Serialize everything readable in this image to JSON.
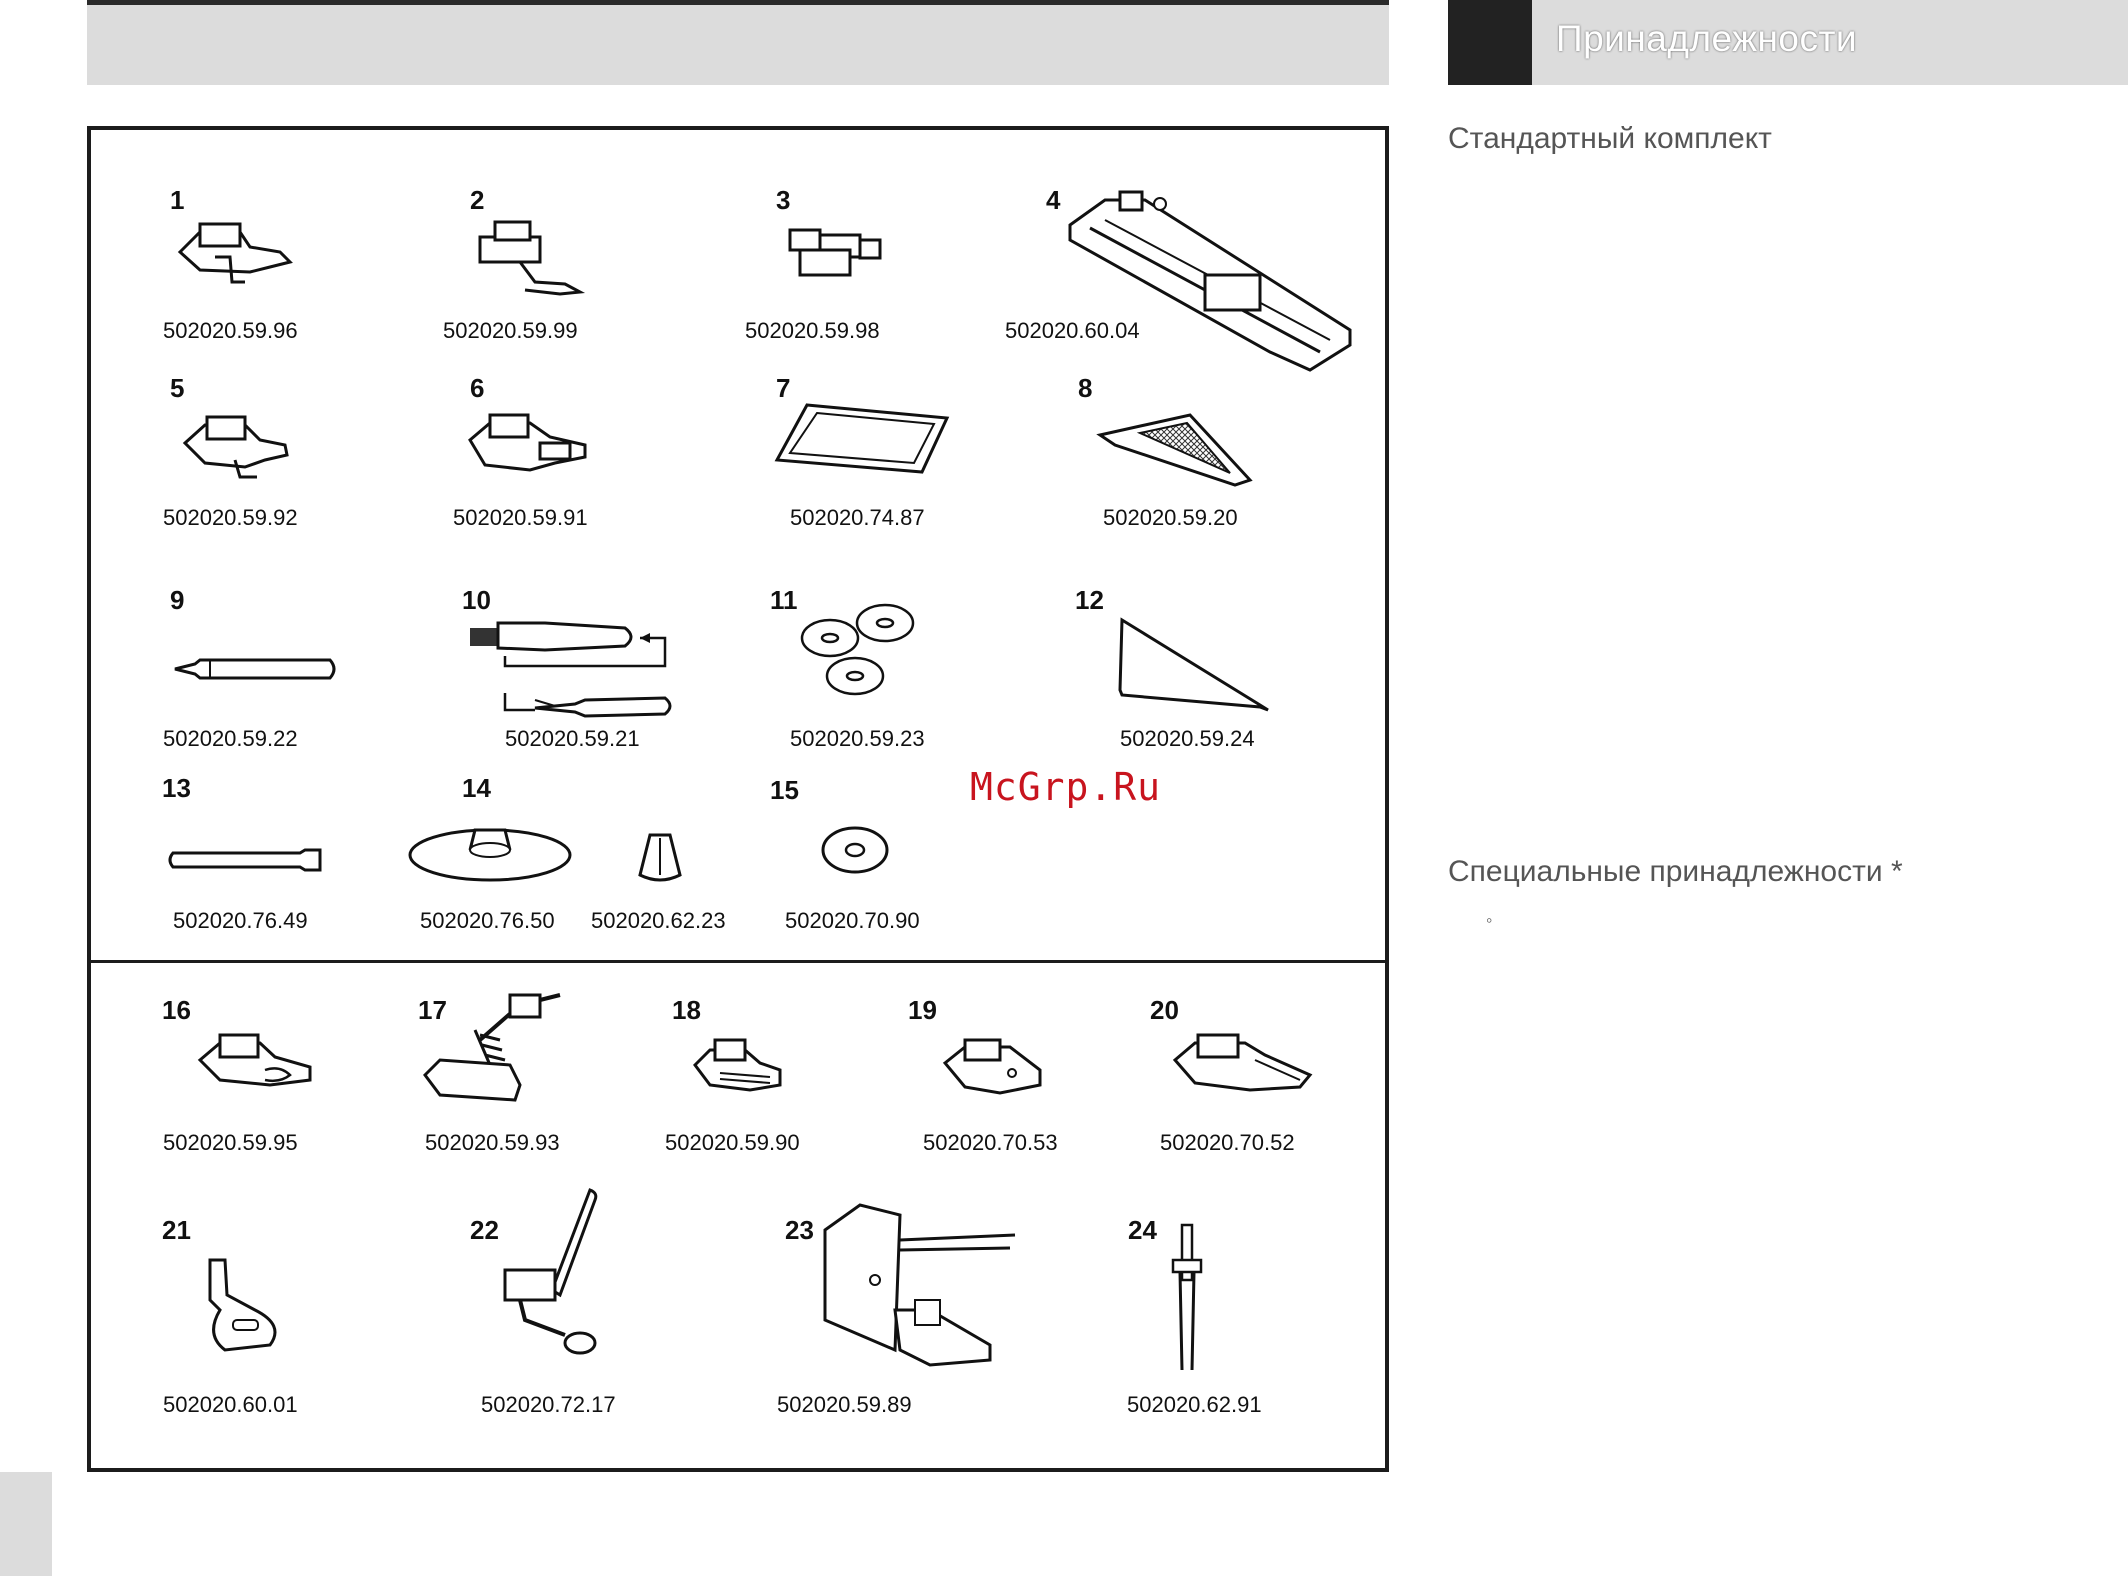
{
  "header": {
    "title": "Принадлежности"
  },
  "sections": {
    "standard": "Стандартный комплект",
    "special": "Специальные принадлежности *",
    "special_bullet": "◦"
  },
  "watermark": "McGrp.Ru",
  "items": [
    {
      "n": "1",
      "code": "502020.59.96",
      "icon": "zigzag-foot-icon"
    },
    {
      "n": "2",
      "code": "502020.59.99",
      "icon": "zipper-foot-icon"
    },
    {
      "n": "3",
      "code": "502020.59.98",
      "icon": "buttonsew-foot-icon"
    },
    {
      "n": "4",
      "code": "502020.60.04",
      "icon": "buttonhole-foot-icon"
    },
    {
      "n": "5",
      "code": "502020.59.92",
      "icon": "satin-foot-icon"
    },
    {
      "n": "6",
      "code": "502020.59.91",
      "icon": "blindstitch-foot-icon"
    },
    {
      "n": "7",
      "code": "502020.74.87",
      "icon": "felt-pad-icon"
    },
    {
      "n": "8",
      "code": "502020.59.20",
      "icon": "edge-guide-icon"
    },
    {
      "n": "9",
      "code": "502020.59.22",
      "icon": "spool-pin-icon"
    },
    {
      "n": "10",
      "code": "502020.59.21",
      "icon": "seam-ripper-brush-icon"
    },
    {
      "n": "11",
      "code": "502020.59.23",
      "icon": "bobbins-icon"
    },
    {
      "n": "12",
      "code": "502020.59.24",
      "icon": "quilting-guide-icon"
    },
    {
      "n": "13",
      "code": "502020.76.49",
      "icon": "spool-pin-2-icon"
    },
    {
      "n": "14",
      "code": "502020.76.50",
      "icon": "spool-disc-icon"
    },
    {
      "n": "",
      "code": "502020.62.23",
      "icon": "spool-cap-icon"
    },
    {
      "n": "15",
      "code": "502020.70.90",
      "icon": "felt-washer-icon"
    },
    {
      "n": "16",
      "code": "502020.59.95",
      "icon": "hemmer-foot-icon"
    },
    {
      "n": "17",
      "code": "502020.59.93",
      "icon": "darning-foot-icon"
    },
    {
      "n": "18",
      "code": "502020.59.90",
      "icon": "cording-foot-icon"
    },
    {
      "n": "19",
      "code": "502020.70.53",
      "icon": "teflon-foot-icon"
    },
    {
      "n": "20",
      "code": "502020.70.52",
      "icon": "quarter-inch-foot-icon"
    },
    {
      "n": "21",
      "code": "502020.60.01",
      "icon": "straight-foot-icon"
    },
    {
      "n": "22",
      "code": "502020.72.17",
      "icon": "quilting-foot-icon"
    },
    {
      "n": "23",
      "code": "502020.59.89",
      "icon": "walking-foot-icon"
    },
    {
      "n": "24",
      "code": "502020.62.91",
      "icon": "twin-needle-icon"
    }
  ]
}
